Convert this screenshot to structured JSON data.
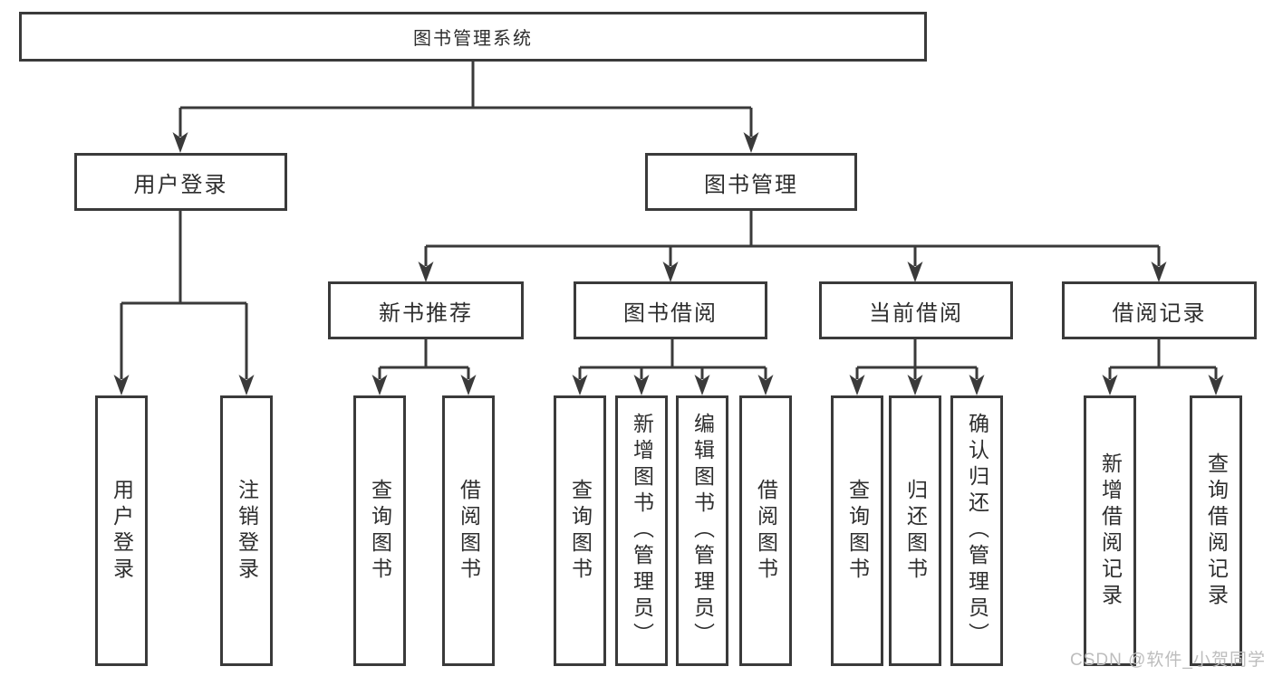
{
  "nodes": {
    "root": {
      "label": "图书管理系统"
    },
    "user_login": {
      "label": "用户登录"
    },
    "book_mgmt": {
      "label": "图书管理"
    },
    "new_book_rec": {
      "label": "新书推荐"
    },
    "book_borrow": {
      "label": "图书借阅"
    },
    "current_borrow": {
      "label": "当前借阅"
    },
    "borrow_records": {
      "label": "借阅记录"
    },
    "leaf_user_login": {
      "label": "用户登录"
    },
    "leaf_logout": {
      "label": "注销登录"
    },
    "leaf_query_book_1": {
      "label": "查询图书"
    },
    "leaf_borrow_book_1": {
      "label": "借阅图书"
    },
    "leaf_query_book_2": {
      "label": "查询图书"
    },
    "leaf_add_book": {
      "label": "新增图书（管理员）"
    },
    "leaf_edit_book": {
      "label": "编辑图书（管理员）"
    },
    "leaf_borrow_book_2": {
      "label": "借阅图书"
    },
    "leaf_query_book_3": {
      "label": "查询图书"
    },
    "leaf_return_book": {
      "label": "归还图书"
    },
    "leaf_confirm_return": {
      "label": "确认归还（管理员）"
    },
    "leaf_add_record": {
      "label": "新增借阅记录"
    },
    "leaf_query_record": {
      "label": "查询借阅记录"
    }
  },
  "watermark": {
    "text": "CSDN @软件_小贺同学"
  },
  "colors": {
    "line": "#3a3a3a",
    "text": "#2e2e2e",
    "bg": "#ffffff",
    "watermark": "#bdbdbd"
  }
}
